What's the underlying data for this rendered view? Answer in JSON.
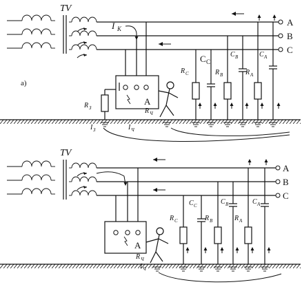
{
  "diagram": {
    "top": {
      "transformer_label": "TV",
      "fault_current_label": "I",
      "fault_current_sub": "K",
      "panel_label": "a)",
      "phase_labels": [
        "A",
        "B",
        "C"
      ],
      "cap_c_main": "C",
      "cap_c_sub": "C",
      "cap_b_label": "C",
      "cap_b_sub": "B",
      "cap_a_label": "C",
      "cap_a_sub": "A",
      "res_c_label": "R",
      "res_c_sub": "C",
      "res_b_label": "R",
      "res_b_sub": "B",
      "res_a_label": "R",
      "res_a_sub": "A",
      "ground_res_label": "R",
      "ground_res_sub": "З",
      "body_res_label": "R",
      "body_res_sub": "Ч",
      "ground_current_label": "I",
      "ground_current_sub": "З",
      "body_current_label": "I",
      "body_current_sub": "Ч",
      "device_label": "A"
    },
    "bottom": {
      "transformer_label": "TV",
      "phase_labels": [
        "A",
        "B",
        "C"
      ],
      "cap_c_label": "C",
      "cap_c_sub": "C",
      "cap_b_label": "C",
      "cap_b_sub": "B",
      "cap_a_label": "C",
      "cap_a_sub": "A",
      "res_c_label": "R",
      "res_c_sub": "C",
      "res_b_label": "R",
      "res_b_sub": "B",
      "res_a_label": "R",
      "res_a_sub": "A",
      "body_res_label": "R",
      "body_res_sub": "Ч",
      "body_current_label": "I",
      "body_current_sub": "Ч",
      "device_label": "A"
    }
  }
}
